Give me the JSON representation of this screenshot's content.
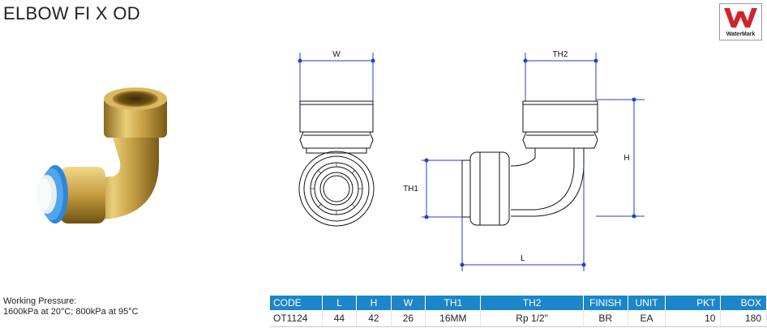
{
  "title": "ELBOW FI X OD",
  "logo": {
    "text": "WaterMark",
    "icon": "watermark-w-logo",
    "color": "#d2232a"
  },
  "photo": {
    "icon": "brass-push-fit-elbow-photo"
  },
  "drawing": {
    "labels": {
      "w": "W",
      "th2": "TH2",
      "h": "H",
      "th1": "TH1",
      "l": "L"
    },
    "accent": "#1f3fd0"
  },
  "pressure": {
    "label": "Working Pressure:",
    "value": "1600kPa at 20°C; 800kPa at 95°C"
  },
  "table": {
    "headers": {
      "code": "CODE",
      "l": "L",
      "h": "H",
      "w": "W",
      "th1": "TH1",
      "th2": "TH2",
      "finish": "FINISH",
      "unit": "UNIT",
      "pkt": "PKT",
      "box": "BOX"
    },
    "row": {
      "code": "OT1124",
      "l": "44",
      "h": "42",
      "w": "26",
      "th1": "16MM",
      "th2": "Rp 1/2\"",
      "finish": "BR",
      "unit": "EA",
      "pkt": "10",
      "box": "180"
    },
    "header_color": "#1b86c9"
  }
}
